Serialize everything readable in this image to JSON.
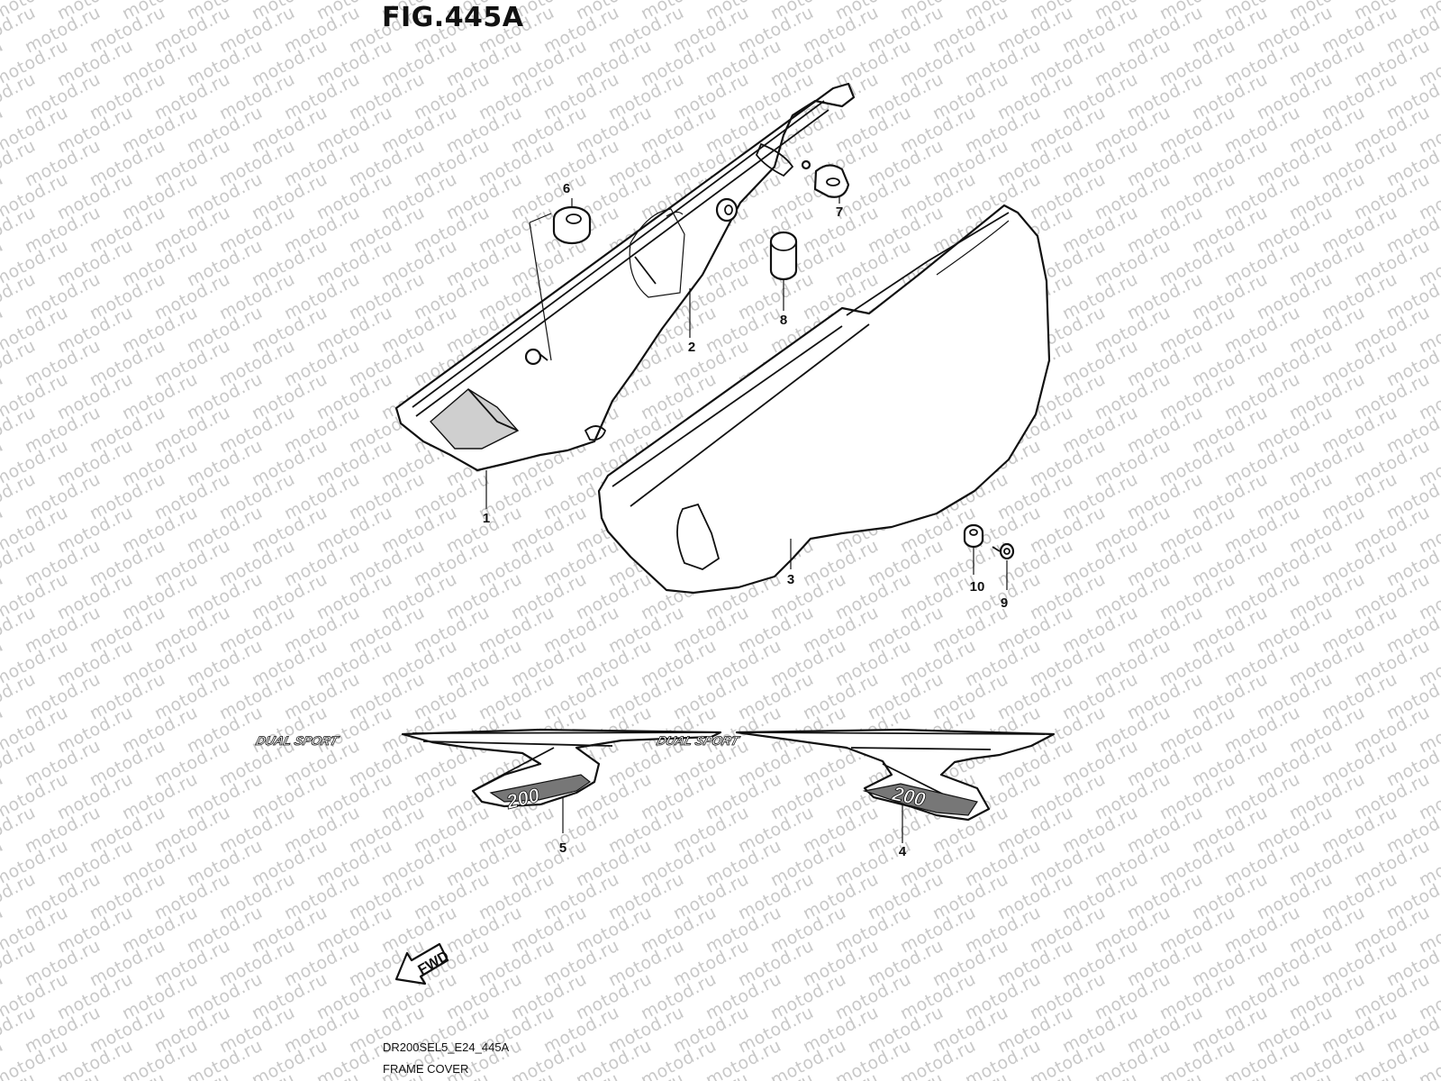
{
  "figure": {
    "title": "FIG.445A"
  },
  "watermark": {
    "text": "motod.ru",
    "color": "#c8c8c8"
  },
  "callouts": [
    {
      "id": "1",
      "label": "1"
    },
    {
      "id": "2",
      "label": "2"
    },
    {
      "id": "3",
      "label": "3"
    },
    {
      "id": "4",
      "label": "4"
    },
    {
      "id": "5",
      "label": "5"
    },
    {
      "id": "6",
      "label": "6"
    },
    {
      "id": "7",
      "label": "7"
    },
    {
      "id": "8",
      "label": "8"
    },
    {
      "id": "9",
      "label": "9"
    },
    {
      "id": "10",
      "label": "10"
    }
  ],
  "decals": {
    "left": {
      "brand": "DUAL SPORT",
      "model": "200"
    },
    "right": {
      "brand": "DUAL SPORT",
      "model": "200"
    }
  },
  "direction_arrow": {
    "label": "FWD"
  },
  "footer": {
    "code": "DR200SEL5_E24_445A",
    "name": "FRAME COVER"
  }
}
